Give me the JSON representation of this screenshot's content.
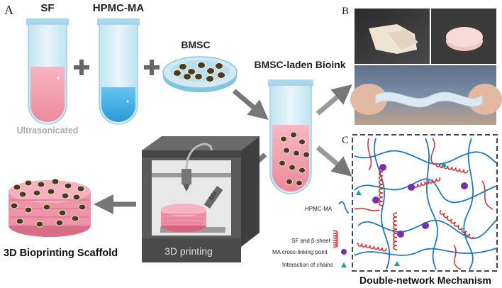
{
  "panels": {
    "a": "A",
    "b": "B",
    "c": "C"
  },
  "labels": {
    "sf": "SF",
    "hpmc": "HPMC-MA",
    "ultrasonicated": "Ultrasonicated",
    "bmsc": "BMSC",
    "bioink": "BMSC-laden Bioink",
    "printing": "3D printing",
    "uv": "UV",
    "scaffold": "3D Bioprinting Scaffold",
    "mechanism": "Double-network Mechanism"
  },
  "legend": [
    {
      "text": "HPMC-MA",
      "symbol": "blue-wave"
    },
    {
      "text": "SF and β-sheet",
      "symbol": "red-coil"
    },
    {
      "text": "MA cross-linking point",
      "symbol": "purple-dot"
    },
    {
      "text": "Interaction of chains",
      "symbol": "teal-triangle"
    }
  ],
  "colors": {
    "pink": "#f29bab",
    "blue": "#35a9e2",
    "red_chain": "#d92b2b",
    "blue_chain": "#1f78c8",
    "crosslink": "#7b2fa8",
    "interaction": "#1a9e8f",
    "arrow": "#777777"
  }
}
